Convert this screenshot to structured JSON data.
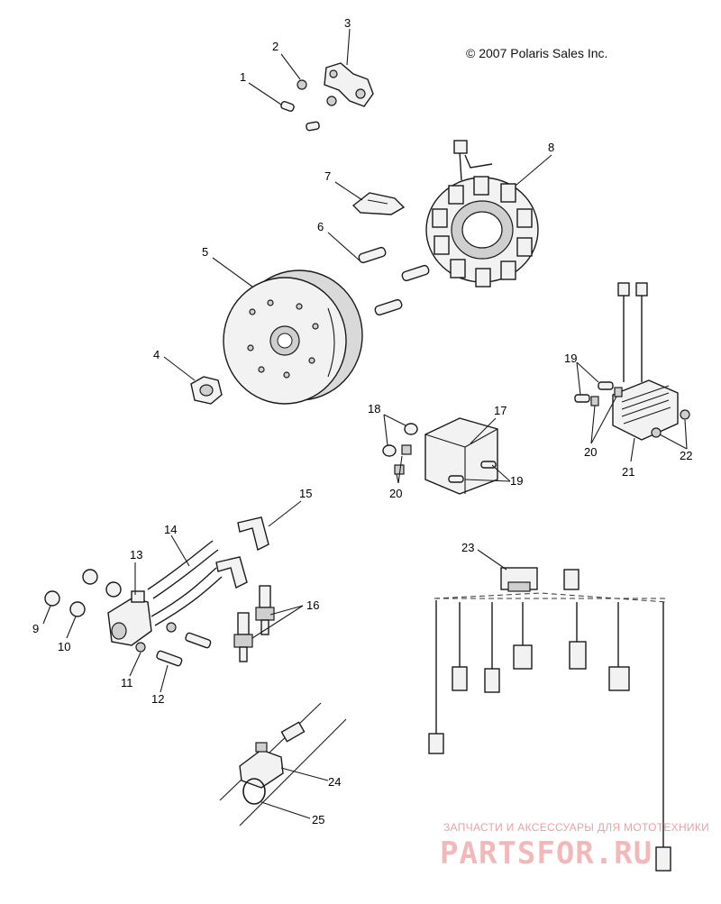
{
  "copyright": "© 2007 Polaris Sales Inc.",
  "callouts": {
    "c1": "1",
    "c2": "2",
    "c3": "3",
    "c4": "4",
    "c5": "5",
    "c6": "6",
    "c7": "7",
    "c8": "8",
    "c9": "9",
    "c10": "10",
    "c11": "11",
    "c12": "12",
    "c13": "13",
    "c14": "14",
    "c15": "15",
    "c16": "16",
    "c17": "17",
    "c18": "18",
    "c19a": "19",
    "c19b": "19",
    "c20a": "20",
    "c20b": "20",
    "c21": "21",
    "c22": "22",
    "c23": "23",
    "c24": "24",
    "c25": "25"
  },
  "watermark": {
    "tagline": "ЗАПЧАСТИ И АКСЕССУАРЫ ДЛЯ МОТОТЕХНИКИ",
    "brand": "PARTSFOR.RU"
  }
}
